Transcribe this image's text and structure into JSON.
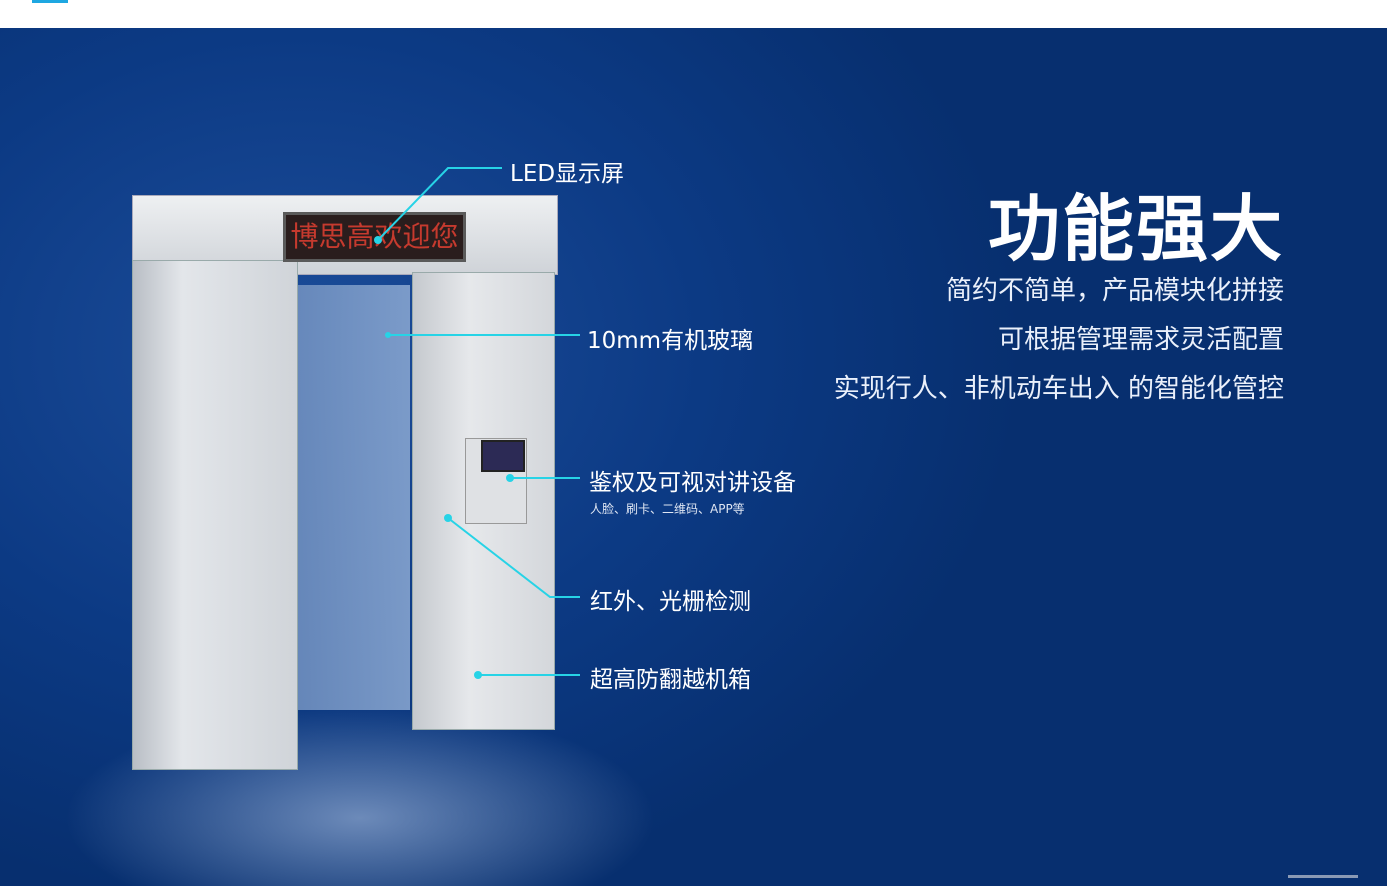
{
  "led_text": "博思高欢迎您",
  "heading": "功能强大",
  "subtitles": [
    "简约不简单，产品模块化拼接",
    "可根据管理需求灵活配置",
    "实现行人、非机动车出入 的智能化管控"
  ],
  "callouts": {
    "led": "LED显示屏",
    "glass": "10mm有机玻璃",
    "auth": "鉴权及可视对讲设备",
    "auth_sub": "人脸、刷卡、二维码、APP等",
    "infrared": "红外、光栅检测",
    "cabinet": "超高防翻越机箱"
  },
  "accent": "#27d3e6"
}
